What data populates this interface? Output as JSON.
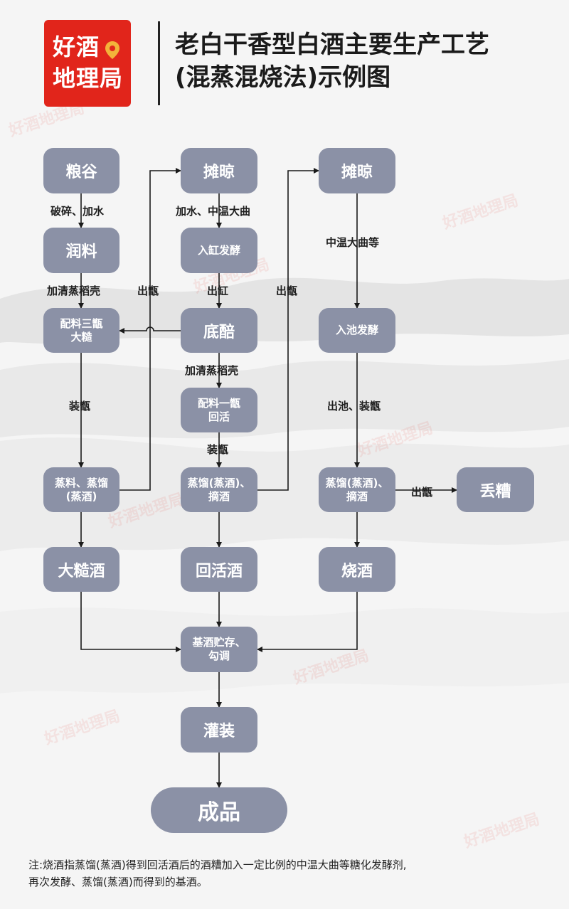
{
  "header": {
    "logo_line1": "好酒",
    "logo_line2": "地理局",
    "title_line1": "老白干香型白酒主要生产工艺",
    "title_line2": "(混蒸混烧法)示例图"
  },
  "watermark": "好酒地理局",
  "nodes": {
    "grain": "粮谷",
    "moisten": "润料",
    "mix_three": "配料三甑\n大糙",
    "steam_a": "蒸料、蒸馏\n(蒸酒)",
    "dacao_liquor": "大糙酒",
    "spread1": "摊晾",
    "vat_ferment": "入缸发酵",
    "base_mash": "底醅",
    "mix_one": "配料一甑\n回活",
    "steam_b": "蒸馏(蒸酒)、\n摘酒",
    "huihuo_liquor": "回活酒",
    "spread2": "摊晾",
    "pool_ferment": "入池发酵",
    "steam_c": "蒸馏(蒸酒)、\n摘酒",
    "shao_liquor": "烧酒",
    "discard": "丢糟",
    "storage": "基酒贮存、\n勾调",
    "filling": "灌装",
    "product": "成品"
  },
  "labels": {
    "crush_water": "破碎、加水",
    "add_husk_a": "加清蒸稻壳",
    "load_a": "装甑",
    "out_zeng_a": "出甑",
    "water_daqu": "加水、中温大曲",
    "out_vat": "出缸",
    "add_husk_b": "加清蒸稻壳",
    "load_b": "装甑",
    "out_zeng_b": "出甑",
    "daqu_etc": "中温大曲等",
    "out_pool_load": "出池、装甑",
    "out_zeng_c": "出甑"
  },
  "note": {
    "line1": "注:烧酒指蒸馏(蒸酒)得到回活酒后的酒糟加入一定比例的中温大曲等糖化发酵剂,",
    "line2": "再次发酵、蒸馏(蒸酒)而得到的基酒。"
  },
  "colors": {
    "node": "#8b91a6",
    "logo": "#e1251b",
    "arrow": "#1a1a1a"
  }
}
